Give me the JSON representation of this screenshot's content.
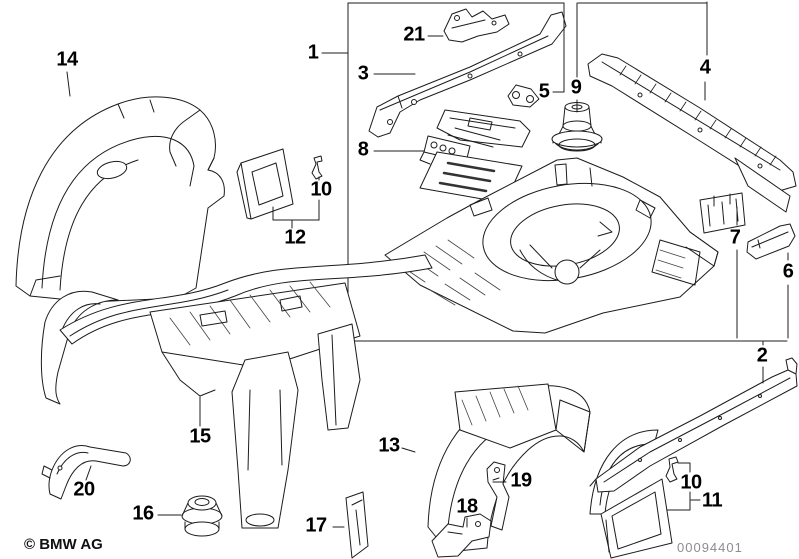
{
  "diagram": {
    "copyright": "© BMW AG",
    "drawing_number": "00094401",
    "colors": {
      "background": "#ffffff",
      "line": "#1c1c1c",
      "label": "#000000",
      "drawing_number_color": "#8d8d8d"
    },
    "callouts": [
      {
        "text": "1"
      },
      {
        "text": "3"
      },
      {
        "text": "21"
      },
      {
        "text": "8"
      },
      {
        "text": "5"
      },
      {
        "text": "9"
      },
      {
        "text": "4"
      },
      {
        "text": "7"
      },
      {
        "text": "6"
      },
      {
        "text": "2"
      },
      {
        "text": "14"
      },
      {
        "text": "10"
      },
      {
        "text": "12"
      },
      {
        "text": "15"
      },
      {
        "text": "13"
      },
      {
        "text": "20"
      },
      {
        "text": "16"
      },
      {
        "text": "17"
      },
      {
        "text": "18"
      },
      {
        "text": "19"
      },
      {
        "text": "10"
      },
      {
        "text": "11"
      }
    ]
  }
}
